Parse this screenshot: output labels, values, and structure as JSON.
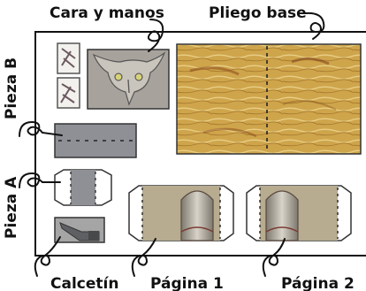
{
  "labels": {
    "cara_y_manos": "Cara y manos",
    "pliego_base": "Pliego base",
    "pieza_b": "Pieza B",
    "pieza_a": "Pieza A",
    "calcetin": "Calcetín",
    "pagina_1": "Página 1",
    "pagina_2": "Página 2"
  },
  "colors": {
    "sheet_outline": "#111111",
    "parchment": "#c9a24a",
    "parchment_dark": "#8a5a1c",
    "gray_piece": "#8e9096",
    "page_tan": "#b7ab90",
    "face_bg": "#a7a39c",
    "sock": "#6d6e70"
  }
}
